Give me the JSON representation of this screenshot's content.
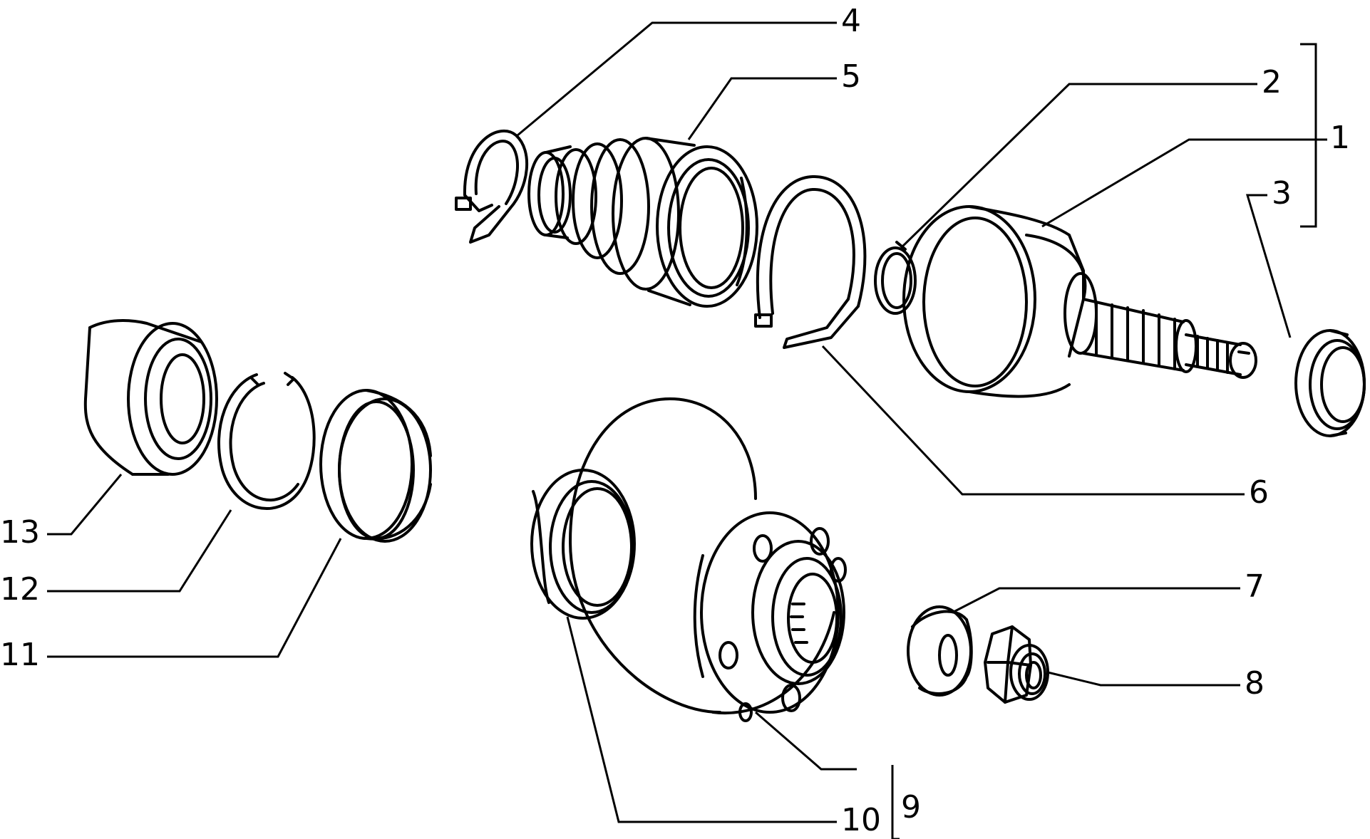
{
  "diagram": {
    "ink_color": "#000000",
    "background_color": "#ffffff",
    "callouts": [
      {
        "id": "c1",
        "text": "1"
      },
      {
        "id": "c2",
        "text": "2"
      },
      {
        "id": "c3",
        "text": "3"
      },
      {
        "id": "c4",
        "text": "4"
      },
      {
        "id": "c5",
        "text": "5"
      },
      {
        "id": "c6",
        "text": "6"
      },
      {
        "id": "c7",
        "text": "7"
      },
      {
        "id": "c8",
        "text": "8"
      },
      {
        "id": "c9",
        "text": "9"
      },
      {
        "id": "c10",
        "text": "10"
      },
      {
        "id": "c11",
        "text": "11"
      },
      {
        "id": "c12",
        "text": "12"
      },
      {
        "id": "c13",
        "text": "13"
      }
    ]
  }
}
